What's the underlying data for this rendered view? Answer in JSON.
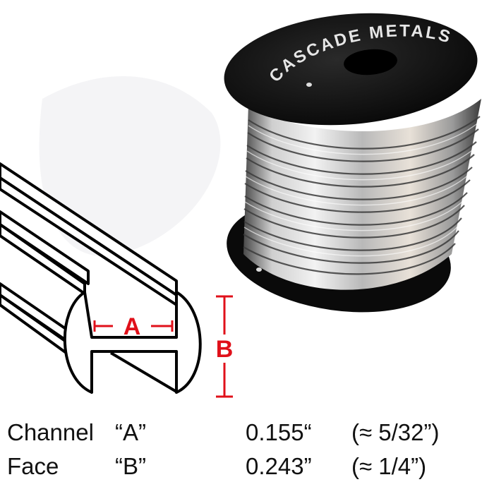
{
  "spool": {
    "brand_text": "CASCADE METALS",
    "flange_color": "#0c0c0c",
    "wire_color": "#c8c8c8",
    "brand_text_color": "#e6e6e6"
  },
  "profile_diagram": {
    "label_a": "A",
    "label_b": "B",
    "dimension_color": "#e0101a",
    "outline_color": "#000000"
  },
  "specs": [
    {
      "name": "Channel",
      "code": "“A”",
      "value": "0.155“",
      "fraction": "(≈  5/32”)"
    },
    {
      "name": "Face",
      "code": "“B”",
      "value": "0.243”",
      "fraction": "(≈  1/4”)"
    }
  ]
}
